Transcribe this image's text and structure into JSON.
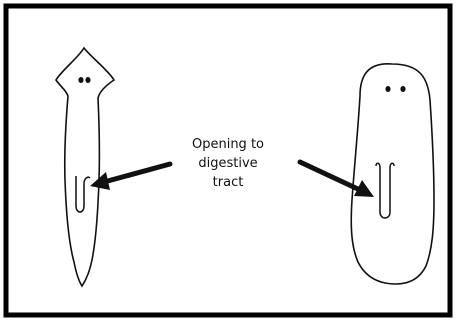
{
  "diagram": {
    "label_lines": [
      "Opening to",
      "digestive",
      "tract"
    ],
    "line_color": "#111111",
    "border_color": "#000000",
    "background": "#ffffff"
  }
}
